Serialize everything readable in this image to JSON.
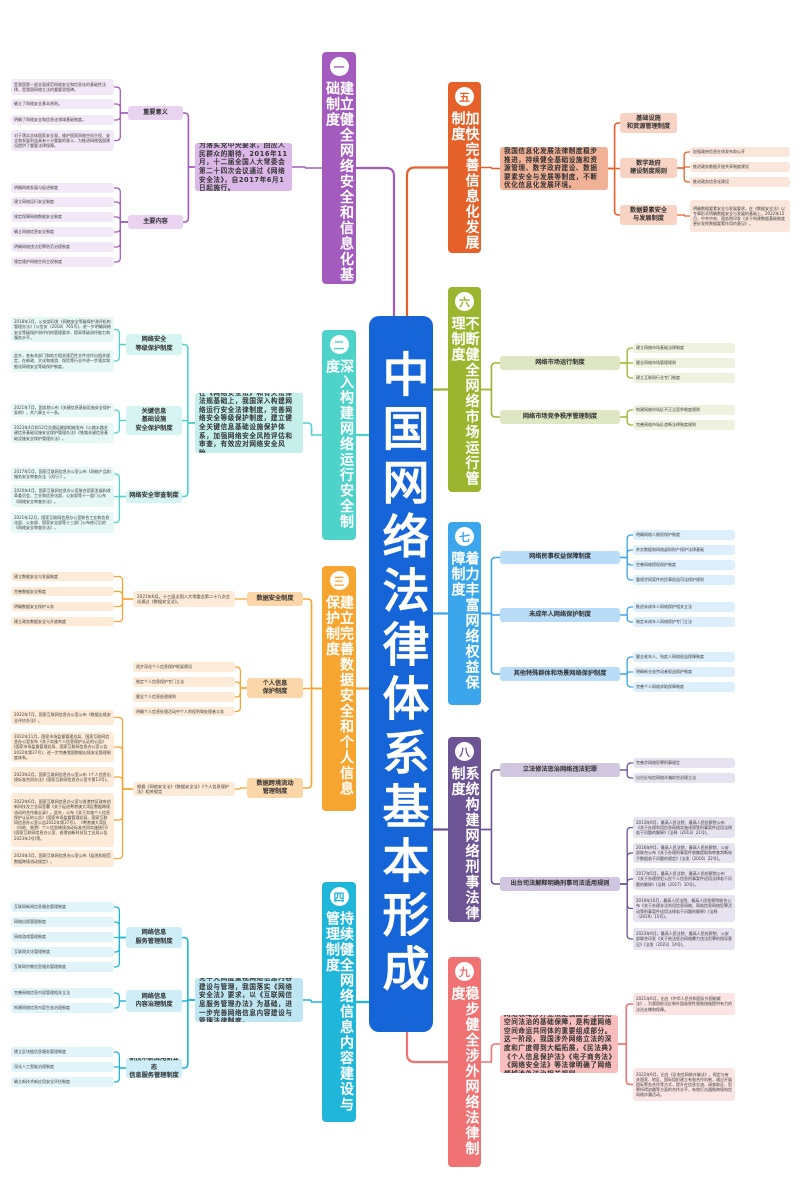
{
  "center_title": "中国网络法律体系基本形成",
  "sections": [
    {
      "num": "一",
      "title": "建立健全网络安全和信息化基础制度",
      "colors": {
        "main": "#a35cbd",
        "summary": "#dcb8e8",
        "sub": "#e9d3f1",
        "leaf": "#f3e8f7"
      },
      "summary": "为落实党中央要求，回应人民群众的期待，2016年11月，十二届全国人大常委会第二十四次会议通过《网络安全法》，自2017年6月1日起施行。",
      "branches": [
        {
          "label": "重要意义",
          "leaves": [
            "是我国第一部全面规范网络安全和信息化的基础性法律，是我国网络立法的重要里程碑。",
            "确立了网络安全基本原则。",
            "明确了网络安全和信息化领域基础制度。",
            "对于落实总体国家安全观，维护国家网络空间主权、安全和发展利益具有十分重要的意义，为推进网络强国建设提供了重要法律保障。"
          ]
        },
        {
          "label": "主要内容",
          "leaves": [
            "明确网络发展与促进制度",
            "建立网络运行安全制度",
            "规定保障网络数据安全制度",
            "确立网络信息安全制度",
            "明确网络违法犯罪防范治理制度",
            "规定维护网络空间主权制度"
          ]
        }
      ]
    },
    {
      "num": "二",
      "title": "深入构建网络运行安全制度",
      "colors": {
        "main": "#4ed3ca",
        "summary": "#c4efeb",
        "sub": "#d6f4f1",
        "leaf": "#e6f8f6"
      },
      "summary": "在《网络安全法》和有关法律法规基础上，我国深入构建网络运行安全法律制度，完善网络安全等级保护制度，建立健全关键信息基础设施保护体系，加强网络安全风险评估和审查，有效应对网络安全风险。",
      "branches": [
        {
          "label": "网络安全\n等级保护制度",
          "leaves": [
            "2018年3月，公安部印发《网络安全等级保护测评机构管理办法》(公信安〔2018〕765号)，进一步明确网络安全等级保护测评机构管理要求，提高等级测评能力和服务水平。",
            "此外，各有关部门和地方相关规范性文件也作出相关规定，在邮政、文化和旅游、保险等行业中进一步落实和细化网络安全等级保护制度。"
          ]
        },
        {
          "label": "关键信息\n基础设施\n安全保护制度",
          "leaves": [
            "2021年7月，国务院公布《关键信息基础设施安全保护条例》，共六章五十一条。",
            "2023年4月和12月交通运输部相继发布《公路水路关键信息基础设施安全保护管理办法》《铁路关键信息基础设施安全保护管理办法》。"
          ]
        },
        {
          "label": "网络安全审查制度",
          "leaves": [
            "2017年5月，国家互联网信息办公室公布《网络产品和服务安全审查办法（试行）》。",
            "2020年4月，国家互联网信息办公室联合国家发展和改革委员会、工业和信息化部、公安部等十一部门公布《网络安全审查办法》。",
            "2021年12月，国家互联网信息办公室联合工业和信息化部、公安部、国家安全部等十三部门公布修订后的《网络安全审查办法》。"
          ]
        }
      ]
    },
    {
      "num": "三",
      "title": "建立完善数据安全和个人信息保护制度",
      "colors": {
        "main": "#f7a531",
        "summary": "#fcdcb3",
        "sub": "#fbd6a8",
        "leaf": "#fdebd7"
      },
      "summary": null,
      "branches": [
        {
          "label": "数据安全制度",
          "mid": "2021年6月，十三届全国人大常委会第二十九次会议通过《数据安全法》。",
          "leaves": [
            "建立数据安全与发展制度",
            "完善数据安全制度",
            "明确数据安全保护义务",
            "建立政务数据安全与开放制度"
          ]
        },
        {
          "label": "个人信息\n保护制度",
          "leaves": [
            "逐步深化个人信息保护框架建设",
            "制定个人信息保护专门立法",
            "健全个人信息处理规则",
            "明确个人信息处理活动中个人的权利和处理者义务"
          ]
        },
        {
          "label": "数据跨境流动\n管理制度",
          "mid": "根据《网络安全法》《数据安全法》《个人信息保护法》相关规定",
          "leaves": [
            "2022年7月，国家互联网信息办公室公布《数据出境安全评估办法》。",
            "2022年11月，国家市场监督管理总局、国家互联网信息办公室发布《关于实施个人信息保护认证的公告》(国家市场监督管理总局、国家互联网信息办公室公告2022年第37号)，进一步完善我国数据出境安全管理制度体系。",
            "2023年2月，国家互联网信息办公室公布《个人信息出境标准合同办法》(国家互联网信息办公室令第13号)。",
            "2023年6月，国家互联网信息办公室与香港特区政府创新科技及工业局签署《关于促进粤港澳大湾区数据跨境流动的合作备忘录》。此外，公布《关于实施个人信息保护认证的公告》(国家市场监督管理总局、国家互联网信息办公室公告2022年第37号)、《粤港澳大湾区（内地、香港）个人信息跨境流动标准合同实施指引》(国家互联网信息办公室、香港创新科技及工业局公告2023年3号)等。",
            "2024年3月，国家互联网信息办公室公布《促进和规范数据跨境流动规定》。"
          ]
        }
      ]
    },
    {
      "num": "四",
      "title": "持续健全网络信息内容建设与管理制度",
      "colors": {
        "main": "#1fb6da",
        "summary": "#bfe7f3",
        "sub": "#cdeef7",
        "leaf": "#e1f4fa"
      },
      "summary": "党中央高度重视网络信息内容建设与管理，我国落实《网络安全法》要求，以《互联网信息服务管理办法》为基础，进一步完善网络信息内容建设与管理法律制度。",
      "branches": [
        {
          "label": "网络信息\n服务管理制度",
          "leaves": [
            "互联网新闻信息服务管理制度",
            "网络出版管理制度",
            "网络游戏管理制度",
            "互联网文化管理制度",
            "互联网宗教信息服务管理制度"
          ]
        },
        {
          "label": "网络信息\n内容治理制度",
          "leaves": [
            "完善网络信息内容管理相关立法",
            "构建网络信息内容生态治理制度"
          ]
        },
        {
          "label": "新技术新应用新业态\n信息服务管理制度",
          "leaves": [
            "建立区块链信息服务管理制度",
            "深化人工智能治理制度",
            "确立新技术新应用安全评估制度"
          ]
        }
      ]
    },
    {
      "num": "五",
      "title": "加快完善信息化发展制度",
      "colors": {
        "main": "#e6602a",
        "summary": "#f1b197",
        "sub": "#f8d3c3",
        "leaf": "#fbe6dc"
      },
      "summary": "我国信息化发展法律制度稳步推进，持续健全基础设施和资源管理、数字政府建设、数据要素安全与发展等制度，不断优化信息化发展环境。",
      "branches": [
        {
          "label": "基础设施\n和资源管理制度",
          "leaves": []
        },
        {
          "label": "数字政府\n建设制度规则",
          "leaves": [
            "加强政府信息在线发布和公开",
            "推进政务数据开放共享制度建设",
            "推进政务信息化建设"
          ]
        },
        {
          "label": "数据要素安全\n与发展制度",
          "leaves": [
            "明确数据要素安全与发展要求。在《数据安全法》以专章形式明确数据安全与发展的基础上，2022年12月，中共中央、国务院印发《关于构建数据基础制度更好发挥数据要素作用的意见》。"
          ]
        }
      ]
    },
    {
      "num": "六",
      "title": "不断健全网络市场运行管理制度",
      "colors": {
        "main": "#9bb52e",
        "summary": "#dfe6c3",
        "sub": "#dfe6c3",
        "leaf": "#eef2de"
      },
      "summary": null,
      "branches": [
        {
          "label": "网络市场运行制度",
          "leaves": [
            "建立网络市场基础法律制度",
            "健全网络市场管理规则",
            "建立互联网行业专门制度"
          ]
        },
        {
          "label": "网络市场竞争秩序管理制度",
          "leaves": [
            "构建网络市场反不正当竞争制度规则",
            "完善网络市场反垄断法律制度规则"
          ]
        }
      ]
    },
    {
      "num": "七",
      "title": "着力丰富网络权益保障制度",
      "colors": {
        "main": "#3ba6ec",
        "summary": "#b9dcf8",
        "sub": "#b9dcf8",
        "leaf": "#ddeefc"
      },
      "summary": null,
      "branches": [
        {
          "label": "网络民事权益保障制度",
          "leaves": [
            "明确网络人格权保护制度",
            "夯实数据和网络虚拟财产保护法律基础",
            "完善网络侵权保护制度",
            "重视涉网案件的民事权益司法保护规则"
          ]
        },
        {
          "label": "未成年人网络保护制度",
          "leaves": [
            "推进未成年人网络保护相关立法",
            "制定未成年人网络保护专门立法"
          ]
        },
        {
          "label": "其他特殊群体和场景网络保护制度",
          "leaves": [
            "健全老年人、残疾人网络权益保障制度",
            "明确新业态劳动者权益保护制度",
            "完善个人网络求助保障制度"
          ]
        }
      ]
    },
    {
      "num": "八",
      "title": "系统构建网络刑事法律制度",
      "colors": {
        "main": "#6d5494",
        "summary": "#d0c6df",
        "sub": "#d0c6df",
        "leaf": "#e7e2ef"
      },
      "summary": null,
      "branches": [
        {
          "label": "立法修法惩治网络违法犯罪",
          "leaves": [
            "完善涉网络犯罪刑事规定",
            "出台反电信网络诈骗综合治理立法"
          ]
        },
        {
          "label": "出台司法解释明确刑事司法适用规则",
          "leaves": [
            "2013年9月，最高人民法院、最高人民检察院公布《关于办理利用信息网络实施诽谤等刑事案件适用法律若干问题的解释》(法释〔2013〕21号)。",
            "2016年9月，最高人民法院、最高人民检察院、公安部联合公布《关于办理刑事案件收集提取和审查判断电子数据若干问题的规定》(法发〔2016〕22号)。",
            "2017年5月，最高人民法院、最高人民检察院公布《关于办理侵犯公民个人信息刑事案件适用法律若干问题的解释》(法释〔2017〕10号)。",
            "2019年10月，最高人民法院、最高人民检察院联合公布《关于办理非法利用信息网络、帮助信息网络犯罪活动等刑事案件适用法律若干问题的解释》(法释〔2019〕15号)。",
            "2023年9月，最高人民法院、最高人民检察院、公安部联合印发《关于依法惩治网络暴力违法犯罪的指导意见》(法发〔2023〕14号)。"
          ]
        }
      ]
    },
    {
      "num": "九",
      "title": "稳步健全涉外网络法律制度",
      "colors": {
        "main": "#f17272",
        "summary": "#f8bdbd",
        "sub": "#f8bdbd",
        "leaf": "#fbe4e4"
      },
      "summary": "网络领域涉外立法是我国参与网络空间法治的基础保障，是构建网络空间命运共同体的重要组成部分。这一阶段，我国涉外网络立法的深度和广度得到大幅拓展，《民法典》《个人信息保护法》《电子商务法》《网络安全法》等法律明确了网络领域涉外法治相关规则。",
      "branches": [],
      "leaves": [
        "2021年6月，出台《中华人民共和国反外国制裁法》，为我国依法反制外国歧视性限制措施提供有力的法治支撑和保障。",
        "2022年9月，出台《反电信网络诈骗法》，规定与有关国家、地区、国际组织建立有效合作机制，通过开展国际警务合作等方式，提升在信息交流、调查取证、犯罪所得追缴等方面的合作水平，有效打击遏制跨境电信网络诈骗活动。"
      ]
    }
  ]
}
